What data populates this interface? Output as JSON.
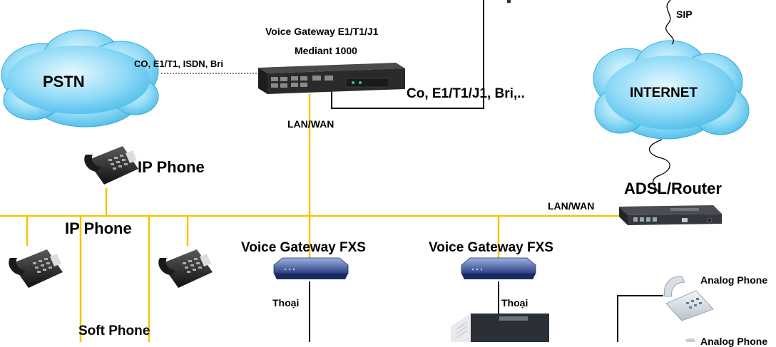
{
  "title": {
    "gateway_line1": "Voice Gateway E1/T1/J1",
    "gateway_line2": "Mediant 1000"
  },
  "clouds": {
    "pstn": "PSTN",
    "internet": "INTERNET"
  },
  "links": {
    "pstn_gateway": "CO, E1/T1, ISDN, Bri",
    "gateway_trunk": "Co, E1/T1/J1, Bri,..",
    "gateway_lan": "LAN/WAN",
    "router_lan": "LAN/WAN",
    "sip": "SIP"
  },
  "devices": {
    "ip_phone_top": "IP Phone",
    "ip_phone_mid": "IP Phone",
    "soft_phone": "Soft Phone",
    "adsl_router": "ADSL/Router",
    "fxs_1": "Voice Gateway FXS",
    "fxs_2": "Voice Gateway FXS",
    "voice_1": "Thoại",
    "voice_2": "Thoại",
    "analog_phone_1": "Analog Phone",
    "analog_phone_2": "Analog Phone"
  },
  "colors": {
    "lan_line": "#f5c400",
    "cloud": "#5bc8ee",
    "trunk_line": "#000000"
  }
}
